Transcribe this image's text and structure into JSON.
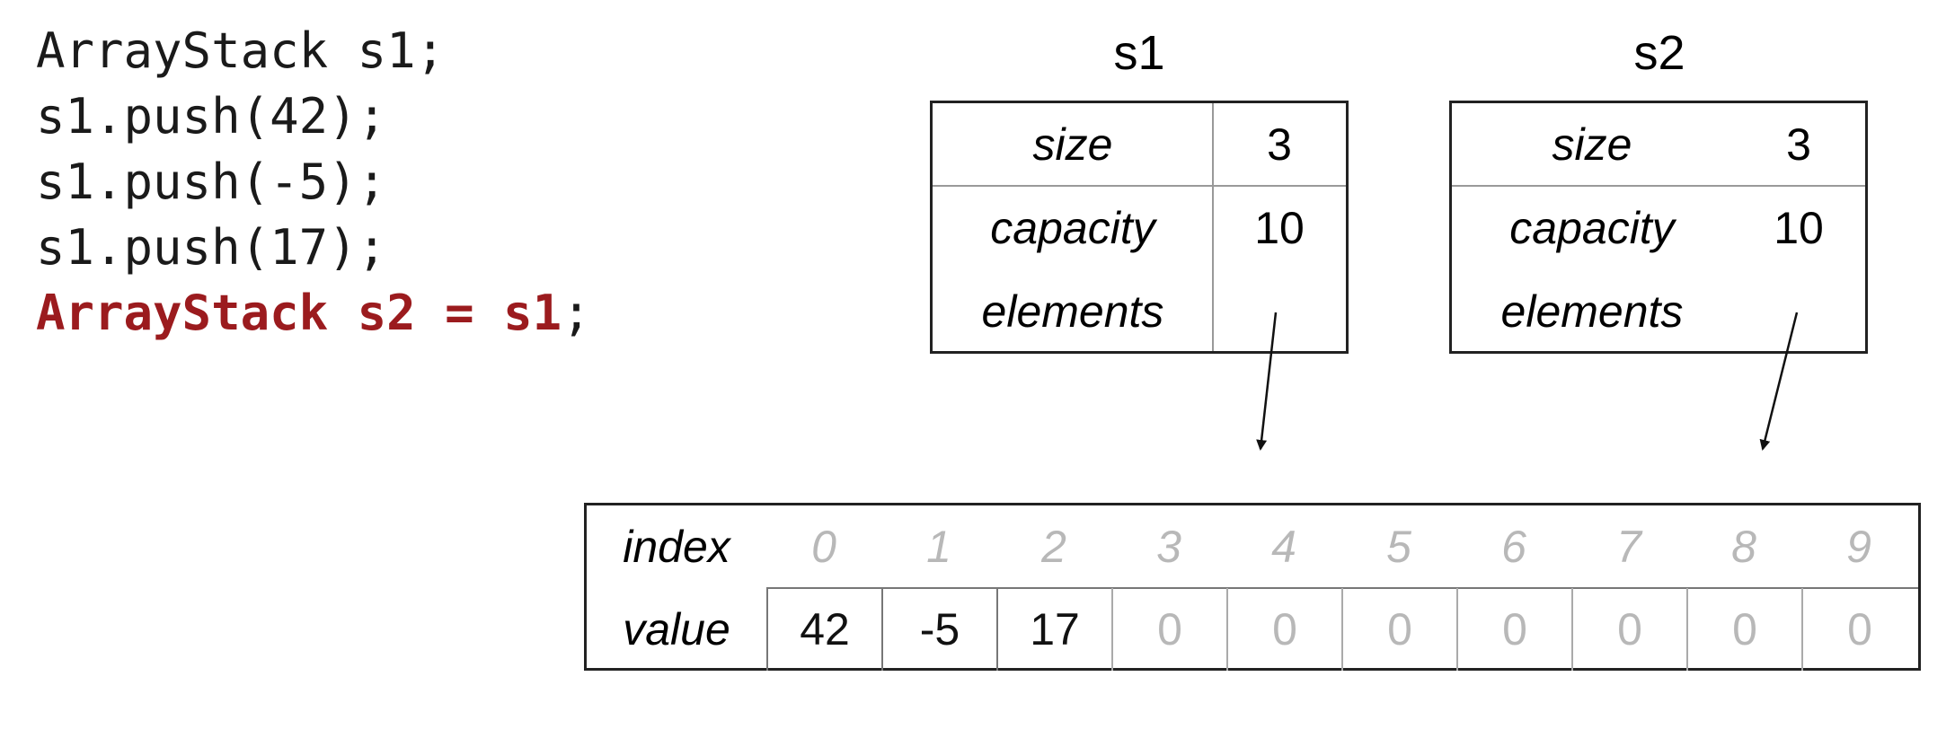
{
  "code": {
    "lines": [
      "ArrayStack s1;",
      "s1.push(42);",
      "s1.push(-5);",
      "s1.push(17);"
    ],
    "highlight_line": "ArrayStack s2 = s1",
    "highlight_suffix": ";",
    "highlight_color": "#9b1b1e"
  },
  "objects": [
    {
      "name": "s1",
      "size_label": "size",
      "size": "3",
      "capacity_label": "capacity",
      "capacity": "10",
      "elements_label": "elements"
    },
    {
      "name": "s2",
      "size_label": "size",
      "size": "3",
      "capacity_label": "capacity",
      "capacity": "10",
      "elements_label": "elements"
    }
  ],
  "array": {
    "index_label": "index",
    "value_label": "value",
    "indices": [
      "0",
      "1",
      "2",
      "3",
      "4",
      "5",
      "6",
      "7",
      "8",
      "9"
    ],
    "values": [
      "42",
      "-5",
      "17",
      "0",
      "0",
      "0",
      "0",
      "0",
      "0",
      "0"
    ]
  }
}
